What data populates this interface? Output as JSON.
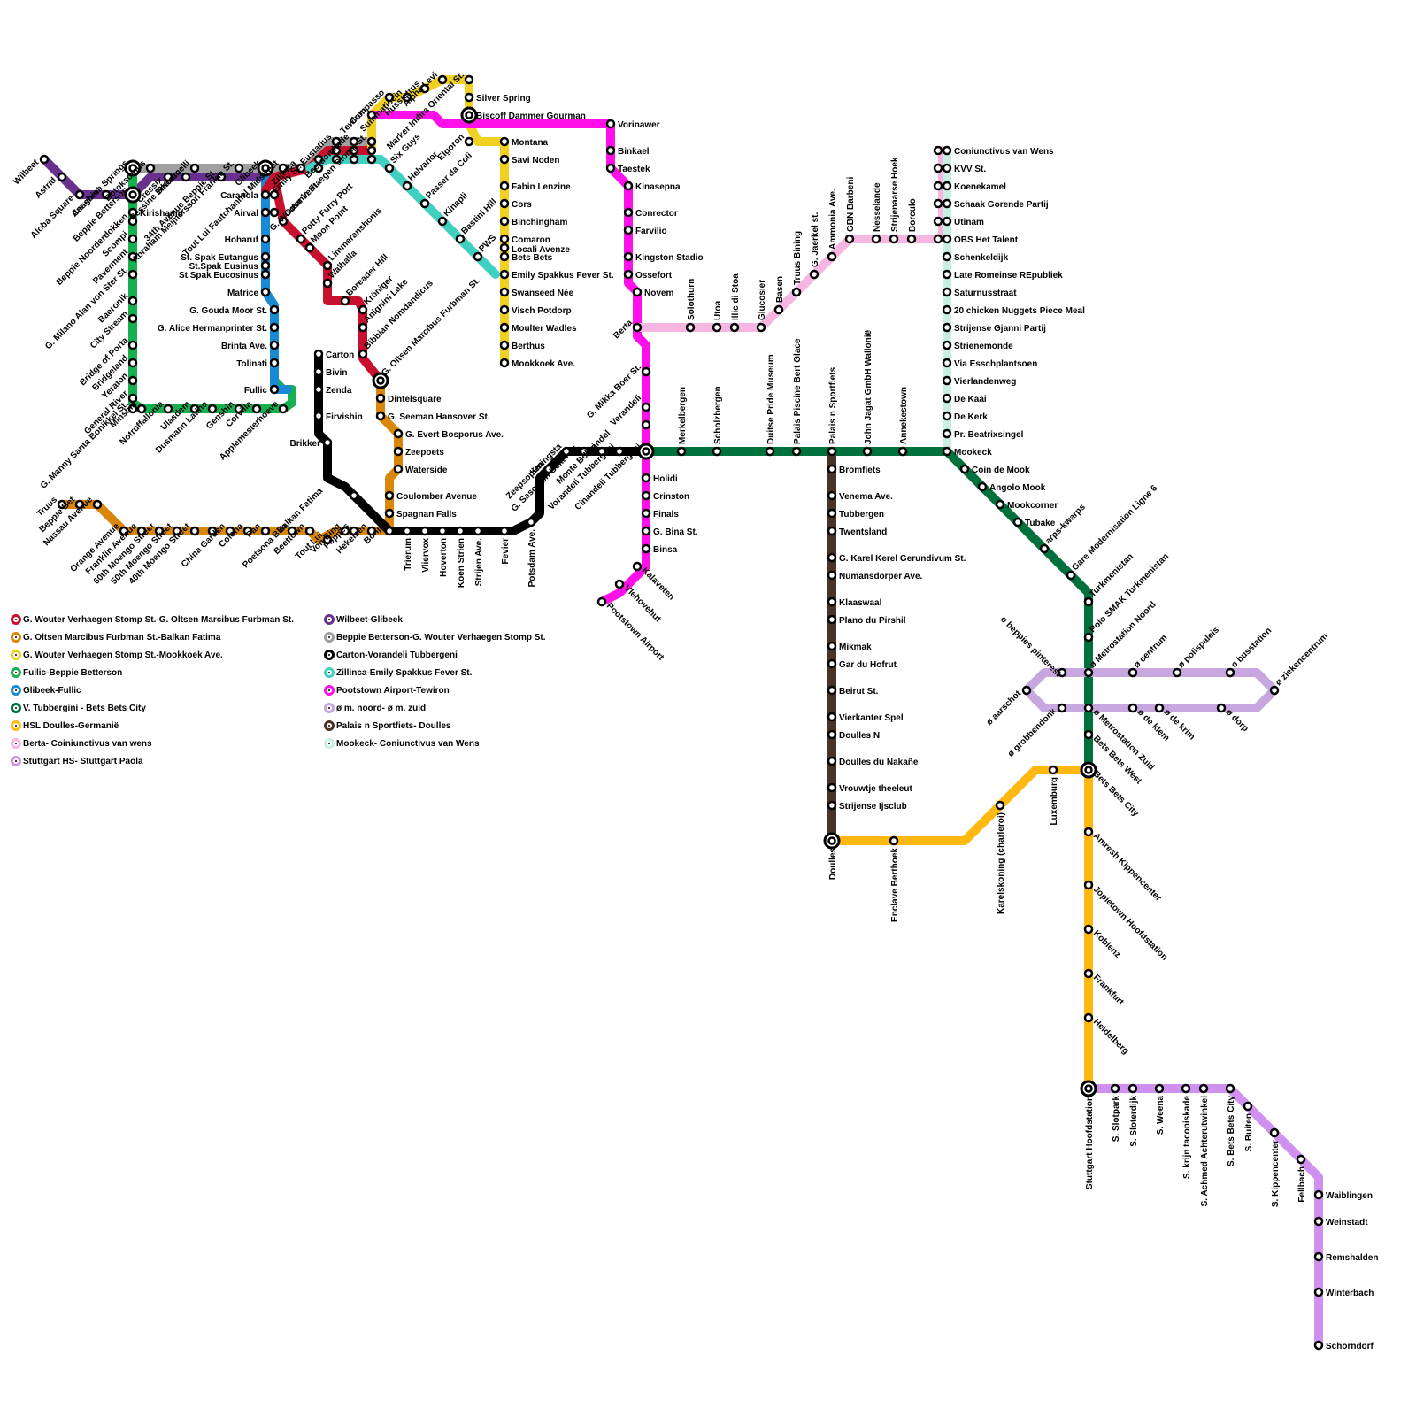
{
  "lines": [
    {
      "name": "G. Wouter Verhaegen Stomp St.-G. Oltsen Marcibus Furbman St.",
      "color": "#c8102e"
    },
    {
      "name": "G. Oltsen Marcibus Furbman St.-Balkan Fatima",
      "color": "#d9860a"
    },
    {
      "name": "G. Wouter Verhaegen Stomp St.-Mookkoek Ave.",
      "color": "#f0d020"
    },
    {
      "name": "Fullic-Beppie Betterson",
      "color": "#16b04e"
    },
    {
      "name": "Glibeek-Fullic",
      "color": "#1a8ad4"
    },
    {
      "name": "Wilbeet-Glibeek",
      "color": "#6a3090"
    },
    {
      "name": "Beppie Betterson-G. Wouter Verhaegen Stomp St.",
      "color": "#a0a0a0"
    },
    {
      "name": "Carton-Vorandeli Tubbergeni",
      "color": "#000000"
    },
    {
      "name": "Zillinca-Emily Spakkus Fever St.",
      "color": "#40d0c0"
    },
    {
      "name": "Pootstown Airport-Tewiron",
      "color": "#ff10e8"
    },
    {
      "name": "V. Tubbergini - Bets Bets City",
      "color": "#00703c"
    },
    {
      "name": "HSL Doulles-Germanië",
      "color": "#ffb810"
    },
    {
      "name": "Berta- Coiniunctivus van wens",
      "color": "#f7b6e2"
    },
    {
      "name": "Stuttgart HS- Stuttgart Paola",
      "color": "#d090f0"
    },
    {
      "name": "ø m. noord- ø m. zuid",
      "color": "#c8a6e0"
    },
    {
      "name": "Palais n Sportfiets- Doulles",
      "color": "#4a3428"
    },
    {
      "name": "Mookeck- Coniunctivus van Wens",
      "color": "#c8f0e0"
    }
  ],
  "labels": {
    "purple": [
      "Wilbeet",
      "Astrid",
      "Aloba Square",
      "Jansbert",
      "Beppie Betterson",
      "Cressix",
      "Rhoom",
      "34th Avenue Beppie St.",
      "Glibeek"
    ],
    "gray": [
      "Anagnina Springs",
      "Botoksomus",
      "Cessine Bottaccelli",
      "Abraham Meijnersson Frankie St.",
      "Tout Lui Fautchannel Midstreet",
      "Zillinca",
      "Emily St. Eustatius",
      "Beerdomkade",
      "G. Wouter Verhaegen Stomp St."
    ],
    "green": [
      "Kirishanin",
      "Beppie Noorderdokken",
      "Scompi",
      "Paverment",
      "G. Milano Alan von Ster St.",
      "Baeronik",
      "City Stream",
      "Bridge of Porta",
      "Bridgeland",
      "Yeraton",
      "General River",
      "G. Manny Santa Bonikkel St.",
      "Minshin",
      "Notruffallonia",
      "Ulasdem",
      "Dusmann Latino",
      "Genshin",
      "Corvilla",
      "Applemesterhoeve",
      "Fullic"
    ],
    "blue": [
      "Caranola",
      "Airval",
      "Hoharuf",
      "St. Spak Eutangus",
      "St.Spak Eusinus",
      "St.Spak Eucosinus",
      "Matrice",
      "G. Gouda Moor St.",
      "G. Alice Hermanprinter St.",
      "Brinta Ave.",
      "Tolinati"
    ],
    "red": [
      "Cosmic St.",
      "Potty Furry Port",
      "Moon Point",
      "Limmeranshonis",
      "Walhalla",
      "Boreader Hill",
      "Kröniger",
      "Anignini Lake",
      "Bibbian Nomdandicus",
      "G. Oltsen Marcibus Furbman St."
    ],
    "orange": [
      "Dintelsquare",
      "G. Seeman Hansover St.",
      "G. Evert Bosporus Ave.",
      "Zeepoets",
      "Waterside",
      "Coulomber Avenue",
      "Spagnan Falls",
      "Bonjo",
      "Hekelsen",
      "Poppes",
      "Von Bing",
      "Tout Lui",
      "Beettown",
      "Poetsona Blin",
      "Pan",
      "Colona",
      "China Garden",
      "40th Moengo Street",
      "50th Moengo Street",
      "60th Moengo Street",
      "Franklin Avenue",
      "Orange Avenue",
      "Nassau Avenue",
      "Beppie Bet",
      "Truus",
      "Balkan Fatima",
      "Coverton Hilsna"
    ],
    "black": [
      "Carton",
      "Bivin",
      "Zenda",
      "Firvishin",
      "Brikker",
      "Trierum",
      "Vliervox",
      "Hoverton",
      "Koen Strien",
      "Strijen Ave.",
      "Fevier",
      "Potsdam Ave.",
      "Zeepsopien",
      "Kiningsta",
      "G. Saso von Beker St.",
      "Monte Bokbi",
      "Vorandeli Tubbergeni",
      "Veandel",
      "Cinandeli Tubbergeni",
      "Verandeli"
    ],
    "yellow": [
      "Tewiron",
      "Compasso",
      "Summatiocin",
      "Hussietrus",
      "Alpha Levi",
      "Marker Indira Oriental St.",
      "Silver Spring",
      "Montana",
      "Savi Noden",
      "Fabin Lenzine",
      "Cors",
      "Binchingham",
      "Comaron",
      "Locali Avenze",
      "Bets Bets",
      "Emily Spakkus Fever St.",
      "Swanseed Née",
      "Visch Potdorp",
      "Moulter Wadles",
      "Berthus",
      "Mookkoek Ave."
    ],
    "teal": [
      "Six Guys",
      "Helvanor",
      "Passer da Coli",
      "Elgoron",
      "Kinapli",
      "Bastini Hill",
      "PWS"
    ],
    "magenta": [
      "Biscoff Dammer Gourman",
      "Vorinawer",
      "Binkael",
      "Taestek",
      "Kinasepna",
      "Conrector",
      "Farvilio",
      "Kingston Stadio",
      "Ossefort",
      "Novem",
      "Berta",
      "G. Mikka Boer St.",
      "Holidi",
      "Crinston",
      "Finals",
      "G. Bina St.",
      "Binsa",
      "Kalaveten",
      "Vlehovehut",
      "Pootstown Airport"
    ],
    "pink": [
      "Solothurn",
      "Utoa",
      "Illic di Stoa",
      "Glucosier",
      "Basen",
      "Truus Bining",
      "G. Jaerkel st.",
      "Ammonia Ave.",
      "GBN Barbeni",
      "Nesselande",
      "Strijenaarse Hoek",
      "Borculo",
      "Coniunctivus van Wens",
      "KVV St.",
      "Koenekamel",
      "Schaak Gorende Partij",
      "Utinam",
      "OBS  Het Talent"
    ],
    "mint": [
      "Schenkeldijk",
      "Late Romeinse REpubliek",
      "Saturnusstraat",
      "20 chicken Nuggets Piece Meal",
      "Strijense Gjanni Partij",
      "Strienemonde",
      "Via Esschplantsoen",
      "Vierlandenweg",
      "De Kaai",
      "De Kerk",
      "Pr. Beatrixsingel",
      "Mookeck"
    ],
    "darkgreen": [
      "Merkelbergen",
      "Scholzbergen",
      "Duitse Pride Museum",
      "Palais Piscine Bert Glace",
      "Palais n Sportfiets",
      "John Jagat GmbH Wallonië",
      "Annekestown",
      "Coin de Mook",
      "Angolo Mook",
      "Mookcorner",
      "Tubake",
      "arps-kwarps",
      "Gare Modernisation Ligne 6",
      "Turkmenistan",
      "Polo SMAK Turkmenistan",
      "ø Metrostation Noord",
      "ø Metrostation Zuid",
      "Bets Bets West",
      "Bets Bets City"
    ],
    "brown": [
      "Bromfiets",
      "Venema Ave.",
      "Tubbergen",
      "Twentsland",
      "G. Karel Kerel Gerundivum St.",
      "Numansdorper Ave.",
      "Klaaswaal",
      "Plano du Pirshil",
      "Mikmak",
      "Gar du Hofrut",
      "Beirut St.",
      "Vierkanter Spel",
      "Doulles N",
      "Doulles du Nakañe",
      "Vrouwtje theeleut",
      "Strijense Ijsclub",
      "Doulles"
    ],
    "amber": [
      "Enclave Berthoek",
      "Karelskoning (charleroi)",
      "Luxemburg",
      "Amresh Kippencenter",
      "Jopietown Hoofdstation",
      "Koblenz",
      "Frankfurt",
      "Heidelberg",
      "Stuttgart Hoofdstation"
    ],
    "lilac": [
      "ø beppies pinterest",
      "ø centrum",
      "ø polispaleis",
      "ø busstation",
      "ø ziekencentrum",
      "ø aarschot",
      "ø grobbendonk",
      "ø de klem",
      "ø de krim",
      "ø dorp"
    ],
    "violet": [
      "S. Slotpark",
      "S. Sloterdijk",
      "S. Weena",
      "S. krijn taconiskade",
      "S. Achmed Achterutwinkel",
      "S. Bets Bets City",
      "S. Buiten",
      "S. Kippencenter",
      "Fellbach",
      "Waiblingen",
      "Weinstadt",
      "Remshalden",
      "Winterbach",
      "Schorndorf"
    ]
  }
}
